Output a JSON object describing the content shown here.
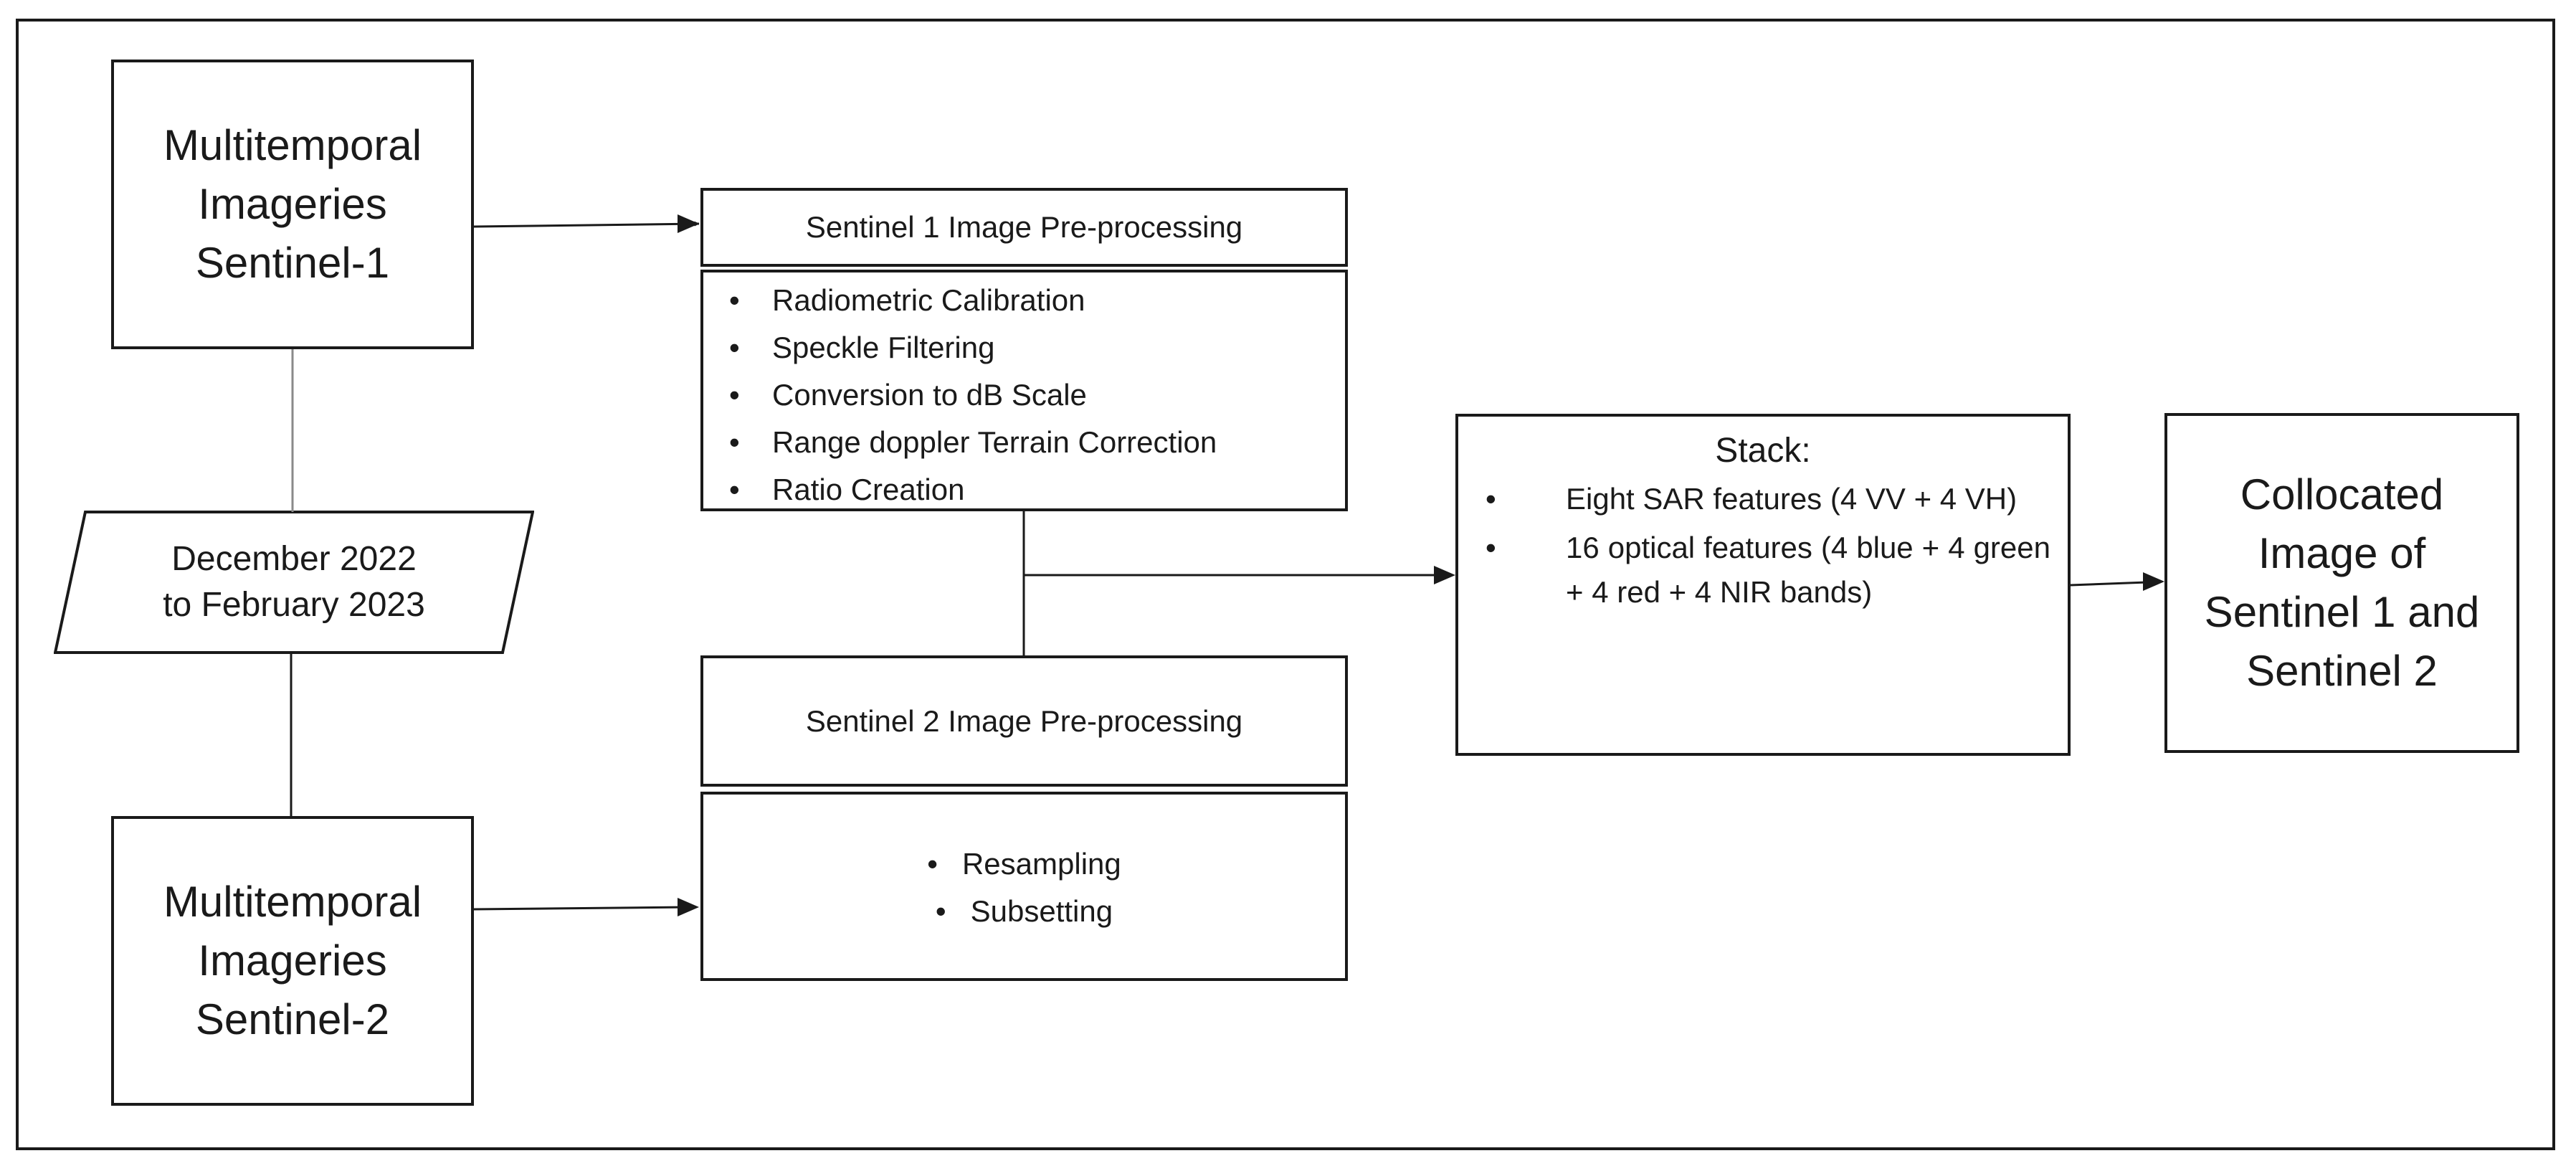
{
  "source1": {
    "line1": "Multitemporal",
    "line2": "Imageries",
    "line3": "Sentinel-1"
  },
  "source2": {
    "line1": "Multitemporal",
    "line2": "Imageries",
    "line3": "Sentinel-2"
  },
  "period": {
    "line1": "December 2022",
    "line2": "to February 2023"
  },
  "s1": {
    "title": "Sentinel 1 Image Pre-processing",
    "steps": [
      "Radiometric Calibration",
      "Speckle Filtering",
      "Conversion to dB Scale",
      "Range doppler Terrain Correction",
      "Ratio Creation"
    ]
  },
  "s2": {
    "title": "Sentinel 2 Image Pre-processing",
    "steps": [
      "Resampling",
      "Subsetting"
    ]
  },
  "stack": {
    "title": "Stack:",
    "items": [
      "Eight SAR features (4 VV + 4 VH)",
      "16 optical features (4 blue + 4 green + 4 red + 4 NIR bands)"
    ]
  },
  "output": {
    "line1": "Collocated",
    "line2": "Image of",
    "line3": "Sentinel 1 and",
    "line4": "Sentinel 2"
  },
  "colors": {
    "stroke": "#1a1a1a",
    "background": "#ffffff"
  }
}
